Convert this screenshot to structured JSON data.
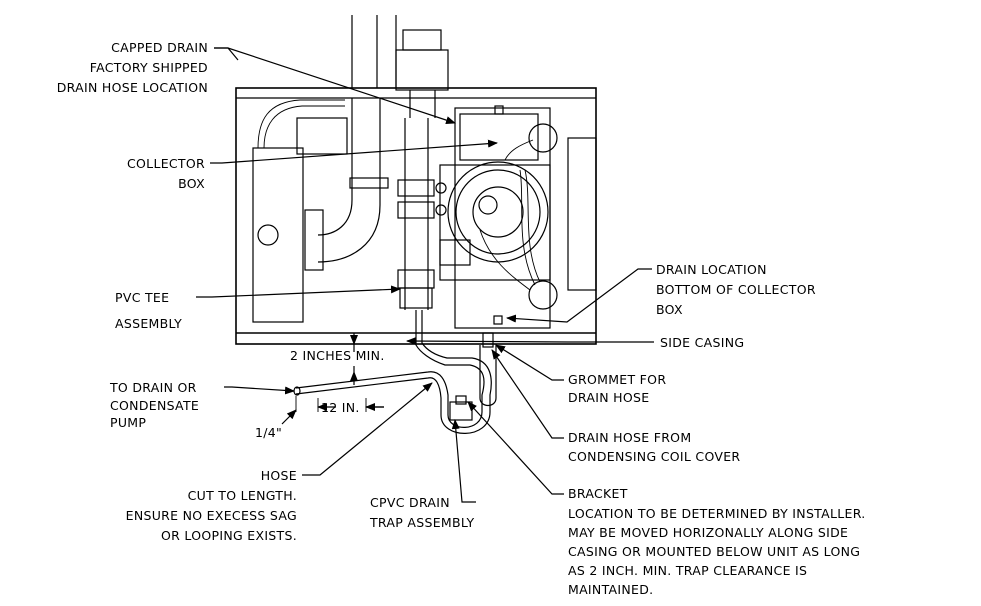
{
  "labels": {
    "capped_drain": [
      "CAPPED DRAIN",
      "FACTORY SHIPPED",
      "DRAIN HOSE LOCATION"
    ],
    "collector_box": [
      "COLLECTOR",
      "BOX"
    ],
    "pvc_tee": [
      "PVC TEE",
      "ASSEMBLY"
    ],
    "two_inches": "2 INCHES MIN.",
    "to_drain": [
      "TO DRAIN OR",
      "CONDENSATE",
      "PUMP"
    ],
    "twelve_in": "12 IN.",
    "quarter_inch": "1/4\"",
    "hose": [
      "HOSE",
      "CUT TO LENGTH.",
      "ENSURE NO EXECESS SAG",
      "OR LOOPING EXISTS."
    ],
    "cpvc_drain": [
      "CPVC DRAIN",
      "TRAP ASSEMBLY"
    ],
    "drain_location": [
      "DRAIN LOCATION",
      "BOTTOM OF COLLECTOR",
      "BOX"
    ],
    "side_casing": "SIDE CASING",
    "grommet": [
      "GROMMET FOR",
      "DRAIN HOSE"
    ],
    "drain_hose_from": [
      "DRAIN HOSE FROM",
      "CONDENSING COIL COVER"
    ],
    "bracket": [
      "BRACKET",
      "LOCATION TO BE DETERMINED BY INSTALLER.",
      "MAY BE MOVED HORIZONALLY ALONG SIDE",
      "CASING OR MOUNTED BELOW UNIT AS LONG",
      "AS 2 INCH. MIN. TRAP CLEARANCE IS",
      "MAINTAINED."
    ]
  }
}
